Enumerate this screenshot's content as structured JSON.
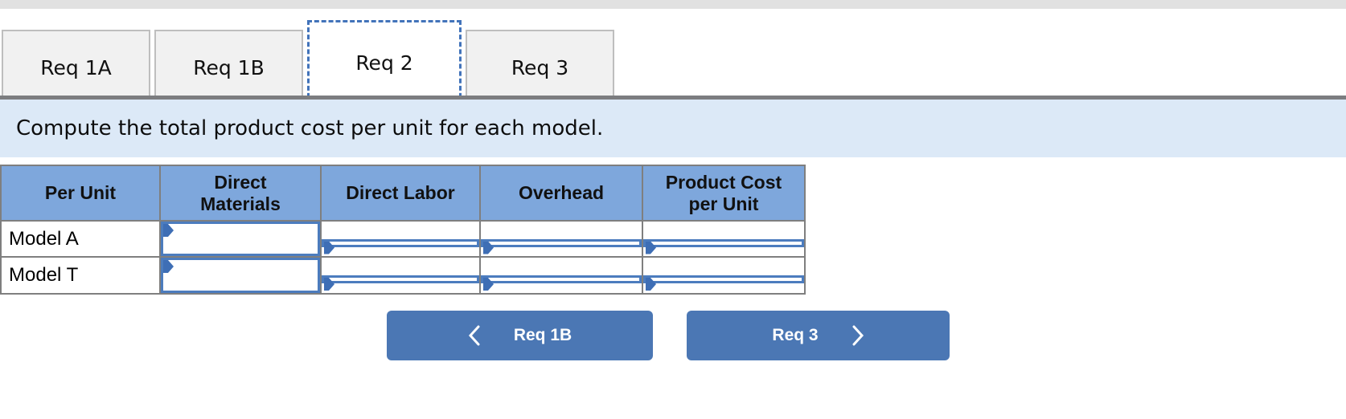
{
  "tabs": [
    {
      "label": "Req 1A",
      "active": false
    },
    {
      "label": "Req 1B",
      "active": false
    },
    {
      "label": "Req 2",
      "active": true
    },
    {
      "label": "Req 3",
      "active": false
    }
  ],
  "banner": {
    "text": "Compute the total product cost per unit for each model."
  },
  "table": {
    "headers": [
      "Per Unit",
      "Direct Materials",
      "Direct Labor",
      "Overhead",
      "Product Cost per Unit"
    ],
    "rows": [
      {
        "label": "Model A",
        "values": [
          "",
          "",
          "",
          ""
        ]
      },
      {
        "label": "Model T",
        "values": [
          "",
          "",
          "",
          ""
        ]
      }
    ]
  },
  "nav": {
    "prev_label": "Req 1B",
    "next_label": "Req 3"
  },
  "icons": {
    "input_marker": "blue-flag-marker",
    "chevron_left": "<",
    "chevron_right": ">"
  },
  "colors": {
    "header_blue": "#7ea7dc",
    "input_border_blue": "#4c7cbe",
    "marker_blue": "#3e6eb5",
    "button_blue": "#4b77b4",
    "banner_blue": "#dce9f7",
    "active_tab_dash_blue": "#4273ba",
    "divider_gray": "#7c7d80",
    "tab_bg": "#f1f1f1",
    "topbar_gray": "#e1e1e1",
    "grid_gray": "#7f7f7f"
  }
}
